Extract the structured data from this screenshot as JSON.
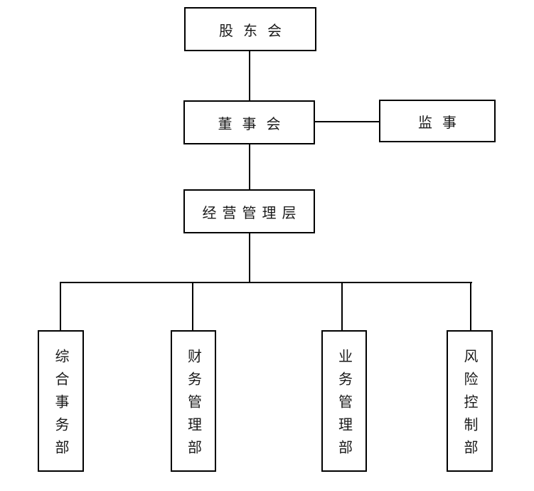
{
  "org_chart": {
    "nodes": {
      "shareholders": "股东会",
      "board": "董事会",
      "supervisor": "监事",
      "management": "经营管理层",
      "dept_general_affairs": "综合事务部",
      "dept_finance": "财务管理部",
      "dept_business": "业务管理部",
      "dept_risk_control": "风险控制部"
    },
    "line_color": "#000000",
    "background_color": "#ffffff"
  }
}
